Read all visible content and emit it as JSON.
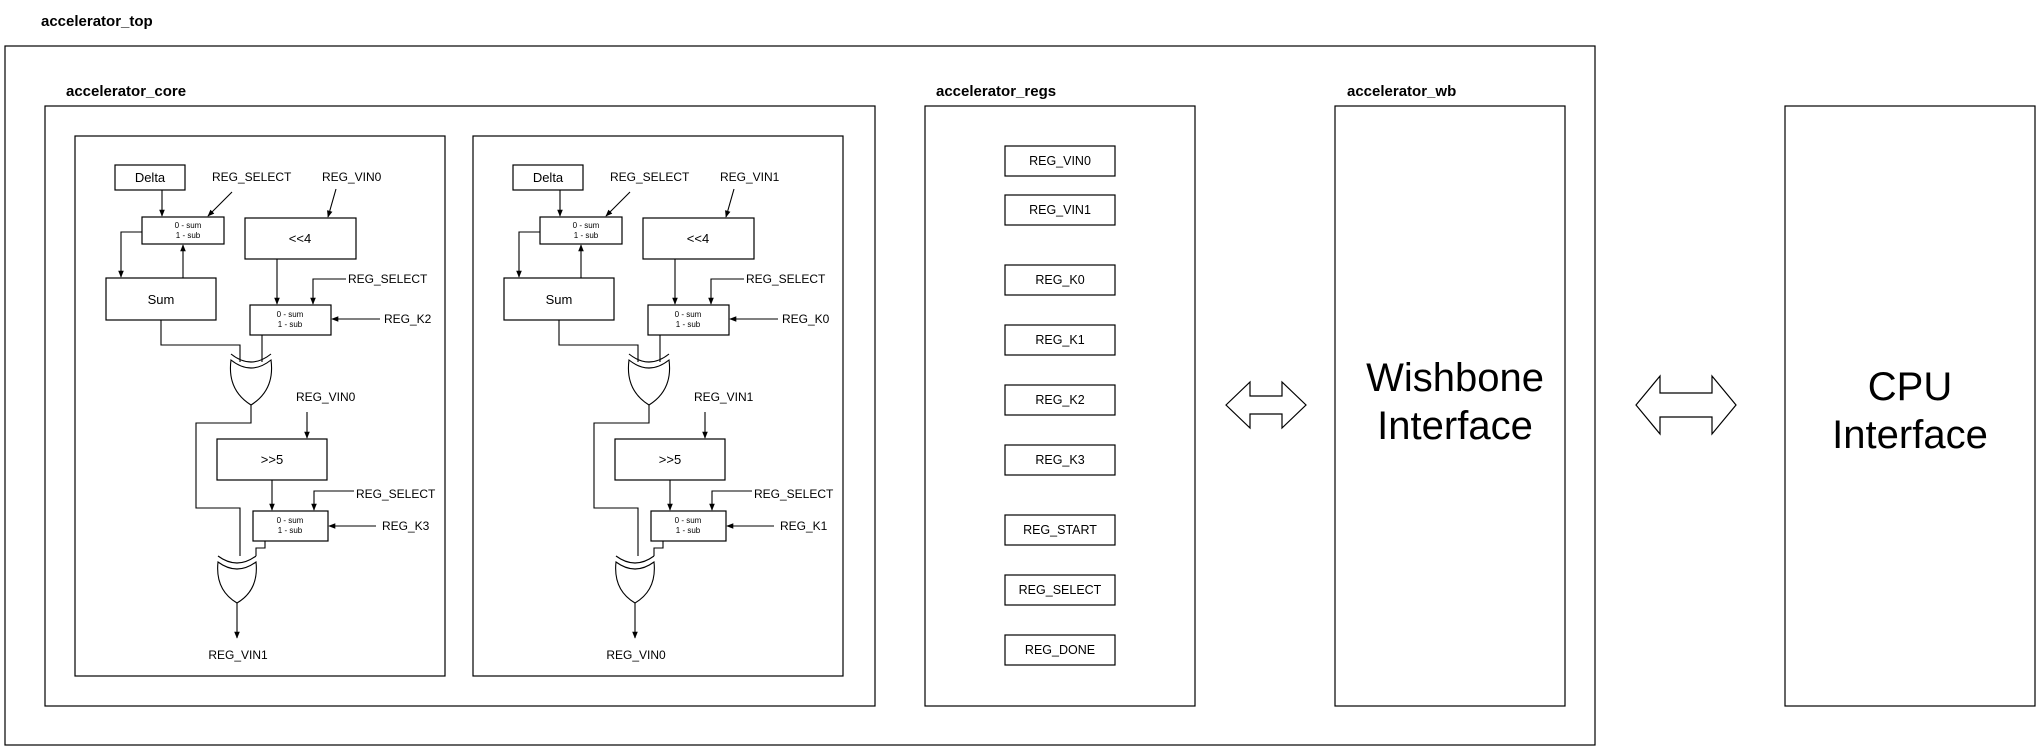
{
  "top": {
    "title": "accelerator_top"
  },
  "core": {
    "title": "accelerator_core",
    "units": [
      {
        "delta": "Delta",
        "sum": "Sum",
        "mux_sum": "0 - sum",
        "mux_sub": "1 - sub",
        "sel_a": "REG_SELECT",
        "vin_in": "REG_VIN0",
        "shl": "<<4",
        "sel_b": "REG_SELECT",
        "k_a": "REG_K2",
        "vin_mid": "REG_VIN0",
        "shr": ">>5",
        "sel_c": "REG_SELECT",
        "k_b": "REG_K3",
        "out": "REG_VIN1"
      },
      {
        "delta": "Delta",
        "sum": "Sum",
        "mux_sum": "0 - sum",
        "mux_sub": "1 - sub",
        "sel_a": "REG_SELECT",
        "vin_in": "REG_VIN1",
        "shl": "<<4",
        "sel_b": "REG_SELECT",
        "k_a": "REG_K0",
        "vin_mid": "REG_VIN1",
        "shr": ">>5",
        "sel_c": "REG_SELECT",
        "k_b": "REG_K1",
        "out": "REG_VIN0"
      }
    ]
  },
  "regs": {
    "title": "accelerator_regs",
    "items": [
      "REG_VIN0",
      "REG_VIN1",
      "REG_K0",
      "REG_K1",
      "REG_K2",
      "REG_K3",
      "REG_START",
      "REG_SELECT",
      "REG_DONE"
    ]
  },
  "wb": {
    "title": "accelerator_wb",
    "line1": "Wishbone",
    "line2": "Interface"
  },
  "cpu": {
    "line1": "CPU",
    "line2": "Interface"
  }
}
